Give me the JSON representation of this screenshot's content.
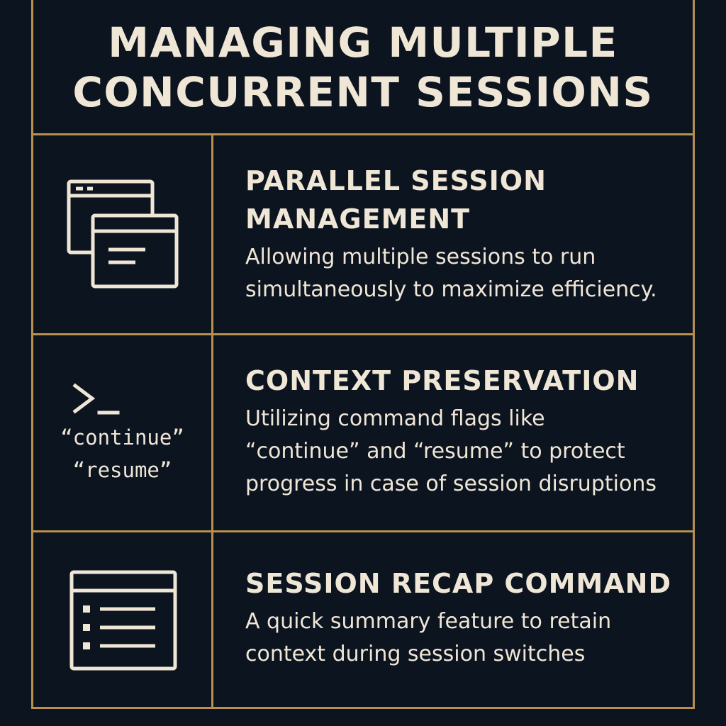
{
  "title": {
    "line1": "MANAGING MULTIPLE",
    "line2": "CONCURRENT SESSIONS"
  },
  "rows": [
    {
      "icon": "windows-icon",
      "heading_line1": "PARALLEL SESSION",
      "heading_line2": "MANAGEMENT",
      "body_line1": "Allowing multiple sessions to run",
      "body_line2": "simultaneously to maximize efficiency."
    },
    {
      "icon": "terminal-prompt-icon",
      "icon_label_line1": "“continue”",
      "icon_label_line2": "“resume”",
      "heading_line1": "CONTEXT PRESERVATION",
      "body_line1": "Utilizing command flags like",
      "body_line2": "“continue” and “resume” to protect",
      "body_line3": "progress in case of session disruptions"
    },
    {
      "icon": "list-window-icon",
      "heading_line1": "SESSION RECAP COMMAND",
      "body_line1": "A quick summary feature to retain",
      "body_line2": "context during session switches"
    }
  ],
  "colors": {
    "background": "#0c1420",
    "border": "#b8914f",
    "text": "#efe6d6"
  }
}
